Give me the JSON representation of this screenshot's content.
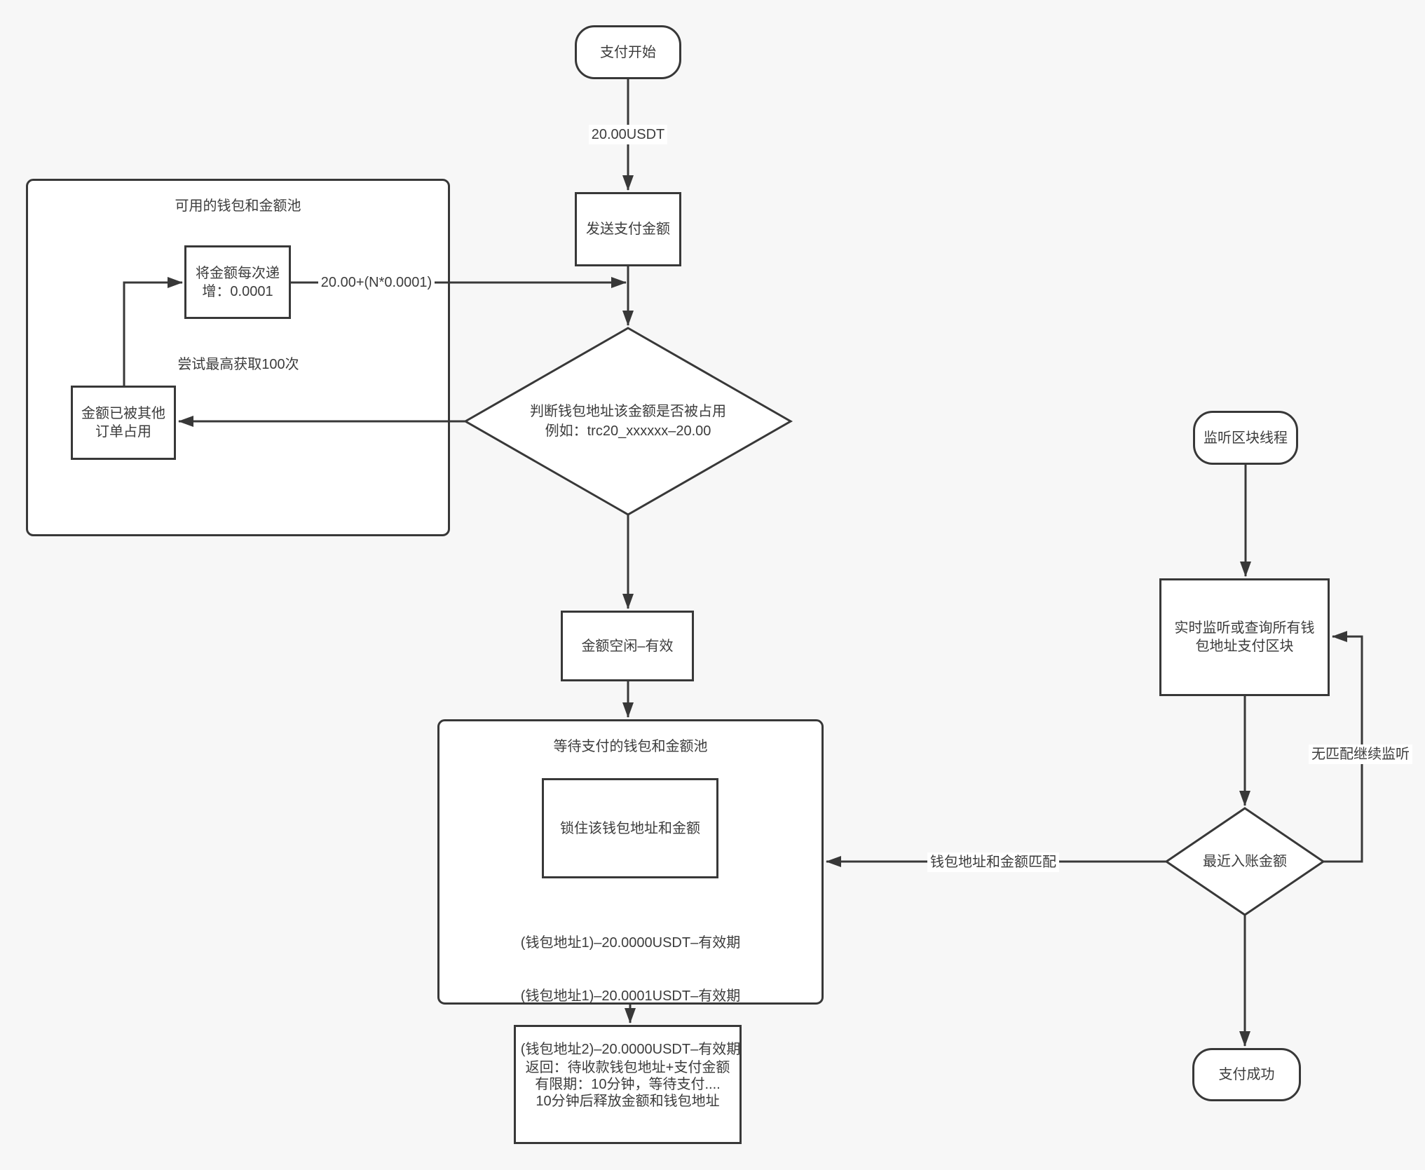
{
  "page": {
    "background": "#f7f7f7",
    "stroke_color": "#383838",
    "node_fill": "#ffffff",
    "text_color": "#3c3c3c"
  },
  "flow": {
    "start_node": "支付开始",
    "payment_amount_label": "20.00USDT",
    "send_box": "发送支付金额",
    "decision_diamond": "判断钱包地址该金额是否被占用\n例如：trc20_xxxxxx–20.00",
    "valid_box": "金额空闲–有效",
    "return_box": "返回：待收款钱包地址+支付金额\n有限期：10分钟，等待支付....\n10分钟后释放金额和钱包地址"
  },
  "available_pool": {
    "title": "可用的钱包和金额池",
    "increment_box": "将金额每次递\n增：0.0001",
    "increment_formula_label": "20.00+(N*0.0001)",
    "retry_note": "尝试最高获取100次",
    "occupied_box": "金额已被其他\n订单占用"
  },
  "waiting_pool": {
    "title": "等待支付的钱包和金额池",
    "lock_box": "锁住该钱包地址和金额",
    "entries": [
      "(钱包地址1)–20.0000USDT–有效期",
      "(钱包地址1)–20.0001USDT–有效期",
      "(钱包地址2)–20.0000USDT–有效期"
    ]
  },
  "listener": {
    "start_node": "监听区块线程",
    "monitor_box": "实时监听或查询所有钱\n包地址支付区块",
    "no_match_label": "无匹配继续监听",
    "incoming_diamond": "最近入账金额",
    "match_label": "钱包地址和金额匹配",
    "success_node": "支付成功"
  }
}
